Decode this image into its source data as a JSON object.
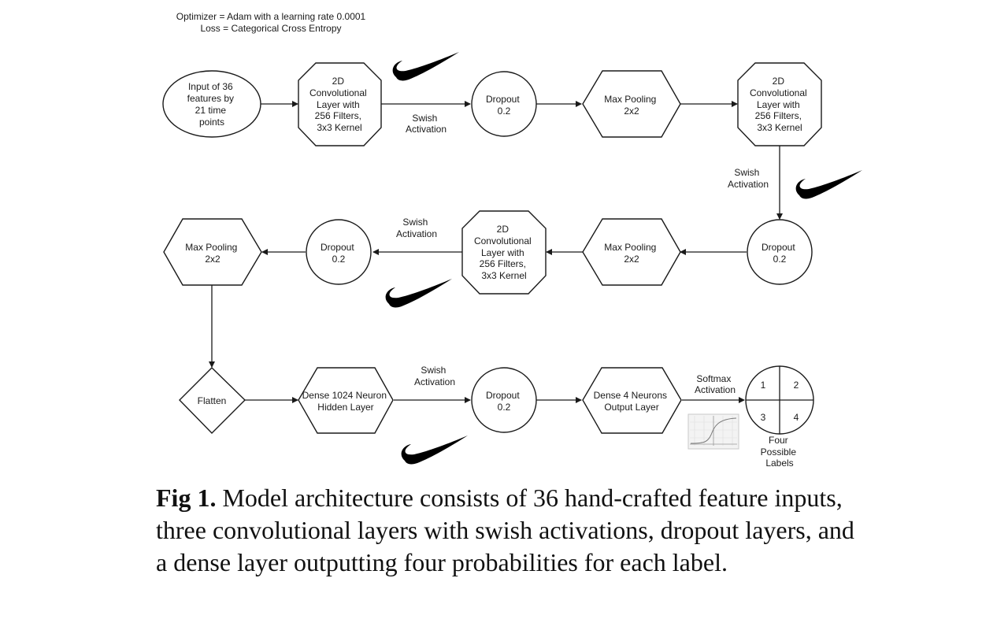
{
  "header": {
    "optimizer": "Optimizer = Adam with a learning rate 0.0001",
    "loss": "Loss = Categorical Cross Entropy"
  },
  "nodes": {
    "input": [
      "Input of 36",
      "features by",
      "21 time",
      "points"
    ],
    "conv1": [
      "2D",
      "Convolutional",
      "Layer with",
      "256 Filters,",
      "3x3 Kernel"
    ],
    "dropout1": [
      "Dropout",
      "0.2"
    ],
    "maxpool1": [
      "Max Pooling",
      "2x2"
    ],
    "conv2": [
      "2D",
      "Convolutional",
      "Layer with",
      "256 Filters,",
      "3x3 Kernel"
    ],
    "dropout2": [
      "Dropout",
      "0.2"
    ],
    "maxpool2": [
      "Max Pooling",
      "2x2"
    ],
    "conv3": [
      "2D",
      "Convolutional",
      "Layer with",
      "256 Filters,",
      "3x3 Kernel"
    ],
    "dropout3": [
      "Dropout",
      "0.2"
    ],
    "maxpool3": [
      "Max Pooling",
      "2x2"
    ],
    "flatten": [
      "Flatten"
    ],
    "dense1024": [
      "Dense 1024 Neuron",
      "Hidden Layer"
    ],
    "dropout4": [
      "Dropout",
      "0.2"
    ],
    "dense4": [
      "Dense 4 Neurons",
      "Output Layer"
    ],
    "labels": [
      "1",
      "2",
      "3",
      "4"
    ],
    "labels_caption": [
      "Four",
      "Possible",
      "Labels"
    ]
  },
  "edge_labels": {
    "swish1": [
      "Swish",
      "Activation"
    ],
    "swish2": [
      "Swish",
      "Activation"
    ],
    "swish3": [
      "Swish",
      "Activation"
    ],
    "swish4": [
      "Swish",
      "Activation"
    ],
    "softmax": [
      "Softmax",
      "Activation"
    ]
  },
  "caption": {
    "label": "Fig 1.",
    "text": " Model architecture consists of 36 hand-crafted feature inputs, three convolutional layers with swish activations, dropout layers, and a dense layer outputting four probabilities for each label."
  }
}
